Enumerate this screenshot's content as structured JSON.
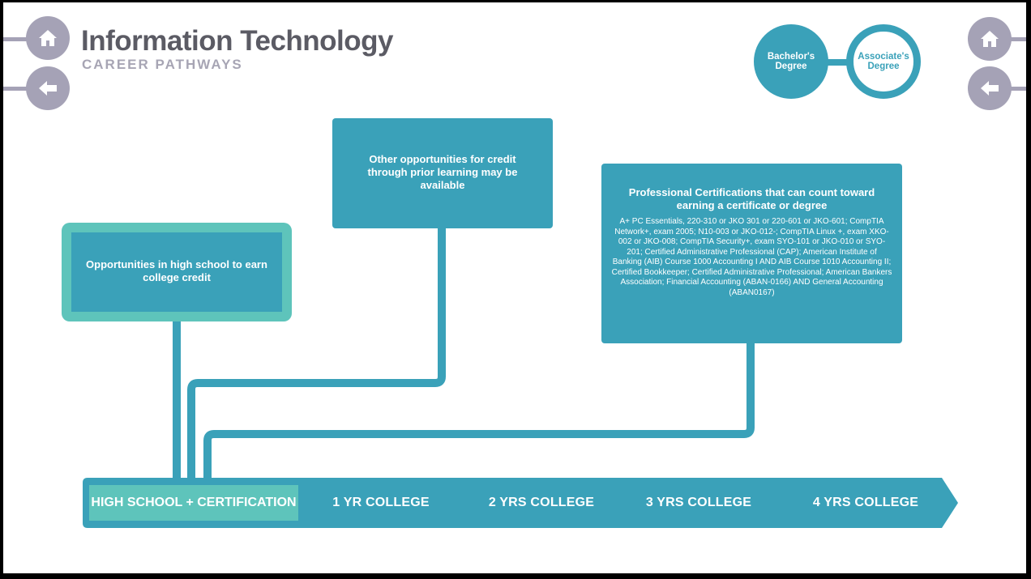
{
  "header": {
    "title": "Information Technology",
    "subtitle": "CAREER PATHWAYS"
  },
  "nav": {
    "home_icon": "home-icon",
    "back_icon": "arrow-left-icon"
  },
  "degrees": {
    "bachelors": "Bachelor's Degree",
    "associates": "Associate's Degree"
  },
  "boxes": {
    "high_school": "Opportunities in high school to earn college credit",
    "other": "Other opportunities for credit through prior learning may be available",
    "professional_title": "Professional Certifications that can count toward earning a certificate or degree",
    "professional_body": "A+ PC Essentials, 220-310 or JKO 301 or 220-601 or JKO-601; CompTIA Network+, exam 2005; N10-003 or JKO-012-; CompTIA Linux +, exam XKO-002 or JKO-008; CompTIA Security+, exam SYO-101 or JKO-010 or SYO-201; Certified Administrative Professional (CAP); American Institute of Banking (AIB) Course 1000 Accounting I AND AIB Course 1010 Accounting II; Certified Bookkeeper; Certified Administrative Professional; American Bankers Association; Financial Accounting (ABAN-0166) AND General Accounting (ABAN0167)"
  },
  "timeline": {
    "stages": [
      "HIGH SCHOOL + CERTIFICATION",
      "1 YR COLLEGE",
      "2 YRS COLLEGE",
      "3 YRS COLLEGE",
      "4 YRS COLLEGE"
    ]
  },
  "colors": {
    "teal": "#3aa1b9",
    "mint": "#5ec4bb",
    "gray": "#a5a2b6",
    "title": "#5b5b64"
  }
}
